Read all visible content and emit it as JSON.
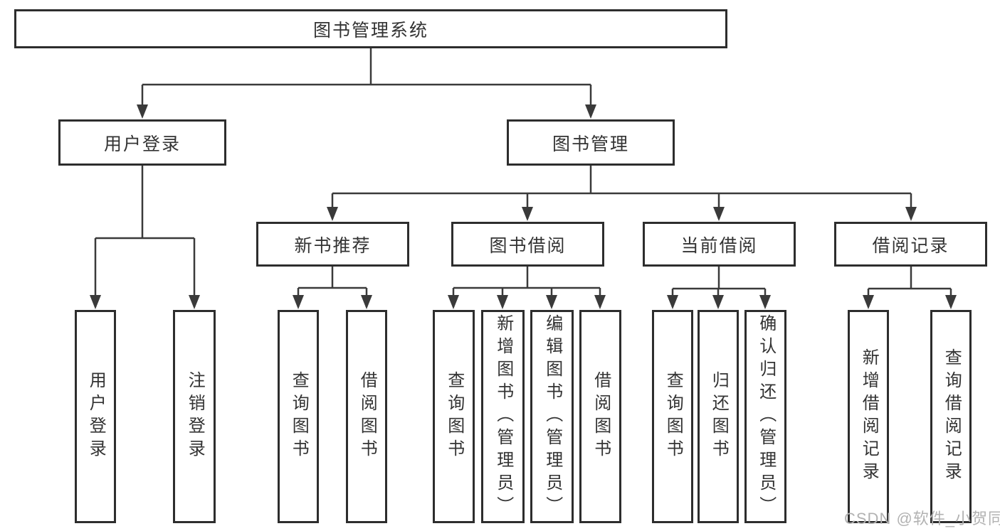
{
  "diagram": {
    "root": {
      "label": "图书管理系统"
    },
    "level2": [
      {
        "label": "用户登录",
        "children": [
          {
            "label": "用户登录"
          },
          {
            "label": "注销登录"
          }
        ]
      },
      {
        "label": "图书管理",
        "groups": [
          {
            "label": "新书推荐",
            "children": [
              {
                "label": "查询图书"
              },
              {
                "label": "借阅图书"
              }
            ]
          },
          {
            "label": "图书借阅",
            "children": [
              {
                "label": "查询图书"
              },
              {
                "label": "新增图书（管理员）"
              },
              {
                "label": "编辑图书（管理员）"
              },
              {
                "label": "借阅图书"
              }
            ]
          },
          {
            "label": "当前借阅",
            "children": [
              {
                "label": "查询图书"
              },
              {
                "label": "归还图书"
              },
              {
                "label": "确认归还（管理员）"
              }
            ]
          },
          {
            "label": "借阅记录",
            "children": [
              {
                "label": "新增借阅记录"
              },
              {
                "label": "查询借阅记录"
              }
            ]
          }
        ]
      }
    ]
  },
  "watermark": {
    "text": "CSDN @软件_小贺同学"
  },
  "colors": {
    "border": "#2d2d2d",
    "line": "#3a3a3a",
    "text": "#333333",
    "watermark": "#b2b2b2",
    "background": "#ffffff"
  }
}
